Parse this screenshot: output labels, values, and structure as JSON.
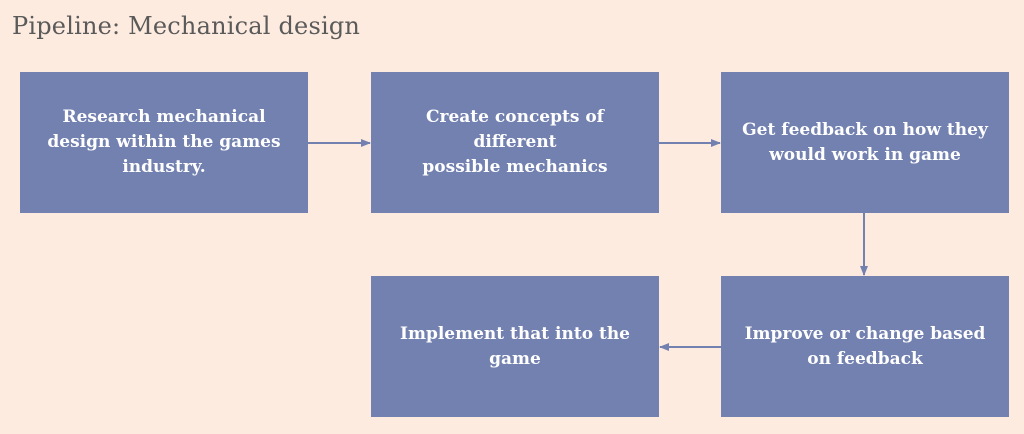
{
  "title": "Pipeline: Mechanical design",
  "colors": {
    "background": "#fdebe0",
    "box_fill": "#7381b0",
    "box_text": "#ffffff",
    "title_text": "#5a5a5a",
    "arrow": "#7381b0"
  },
  "steps": [
    {
      "label": "Research mechanical\ndesign within the games\nindustry."
    },
    {
      "label": "Create concepts of different\npossible mechanics"
    },
    {
      "label": "Get feedback on how they\nwould work in game"
    },
    {
      "label": "Improve or change  based\non feedback"
    },
    {
      "label": "Implement that into the\ngame"
    }
  ]
}
